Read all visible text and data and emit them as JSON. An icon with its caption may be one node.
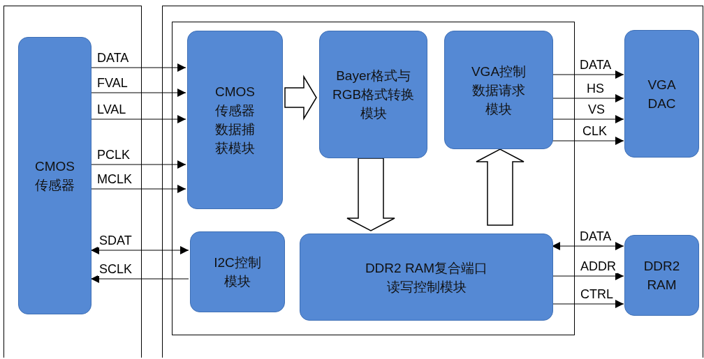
{
  "diagram": {
    "nodes": [
      {
        "text": [],
        "shape": "box"
      },
      {
        "text": [
          "CMOS 传感器"
        ],
        "in": 0
      },
      {
        "text": [],
        "shape": "box"
      },
      {
        "text": [],
        "shape": "box",
        "in": 2
      },
      {
        "text": [
          "CMOS 传感器数据捕获模块"
        ],
        "in": 3
      },
      {
        "text": [
          "Bayer格式与RGB格式转换模块"
        ],
        "in": 3
      },
      {
        "text": [
          "VGA控制数据请求模块"
        ],
        "in": 3
      },
      {
        "text": [
          "I2C控制模块"
        ],
        "in": 3
      },
      {
        "text": [
          "DDR2 RAM复合端口读写控制模块"
        ],
        "in": 3
      },
      {
        "text": [
          "VGA DAC"
        ],
        "in": 2
      },
      {
        "text": [
          "DDR2 RAM"
        ],
        "in": 2
      }
    ],
    "edges": [
      {
        "from": 1,
        "to": 4,
        "arrow": "to",
        "label": "DATA"
      },
      {
        "from": 1,
        "to": 4,
        "arrow": "to",
        "label": "FVAL"
      },
      {
        "from": 1,
        "to": 4,
        "arrow": "to",
        "label": "LVAL"
      },
      {
        "from": 1,
        "to": 4,
        "arrow": "to",
        "label": "PCLK"
      },
      {
        "from": 1,
        "to": 4,
        "arrow": "to",
        "label": "MCLK"
      },
      {
        "from": 1,
        "to": 7,
        "arrow": "both",
        "label": "SDAT"
      },
      {
        "from": 7,
        "to": 1,
        "arrow": "to",
        "label": "SCLK"
      },
      {
        "from": 4,
        "to": 5,
        "arrow": "to",
        "style": "thick"
      },
      {
        "from": 5,
        "to": 8,
        "arrow": "to",
        "style": "thick"
      },
      {
        "from": 8,
        "to": 6,
        "arrow": "to",
        "style": "thick"
      },
      {
        "from": 6,
        "to": 9,
        "arrow": "to",
        "label": "DATA"
      },
      {
        "from": 6,
        "to": 9,
        "arrow": "to",
        "label": "HS"
      },
      {
        "from": 6,
        "to": 9,
        "arrow": "to",
        "label": "VS"
      },
      {
        "from": 6,
        "to": 9,
        "arrow": "to",
        "label": "CLK"
      },
      {
        "from": 8,
        "to": 10,
        "arrow": "both",
        "label": "DATA"
      },
      {
        "from": 8,
        "to": 10,
        "arrow": "to",
        "label": "ADDR"
      },
      {
        "from": 8,
        "to": 10,
        "arrow": "to",
        "label": "CTRL"
      }
    ]
  }
}
